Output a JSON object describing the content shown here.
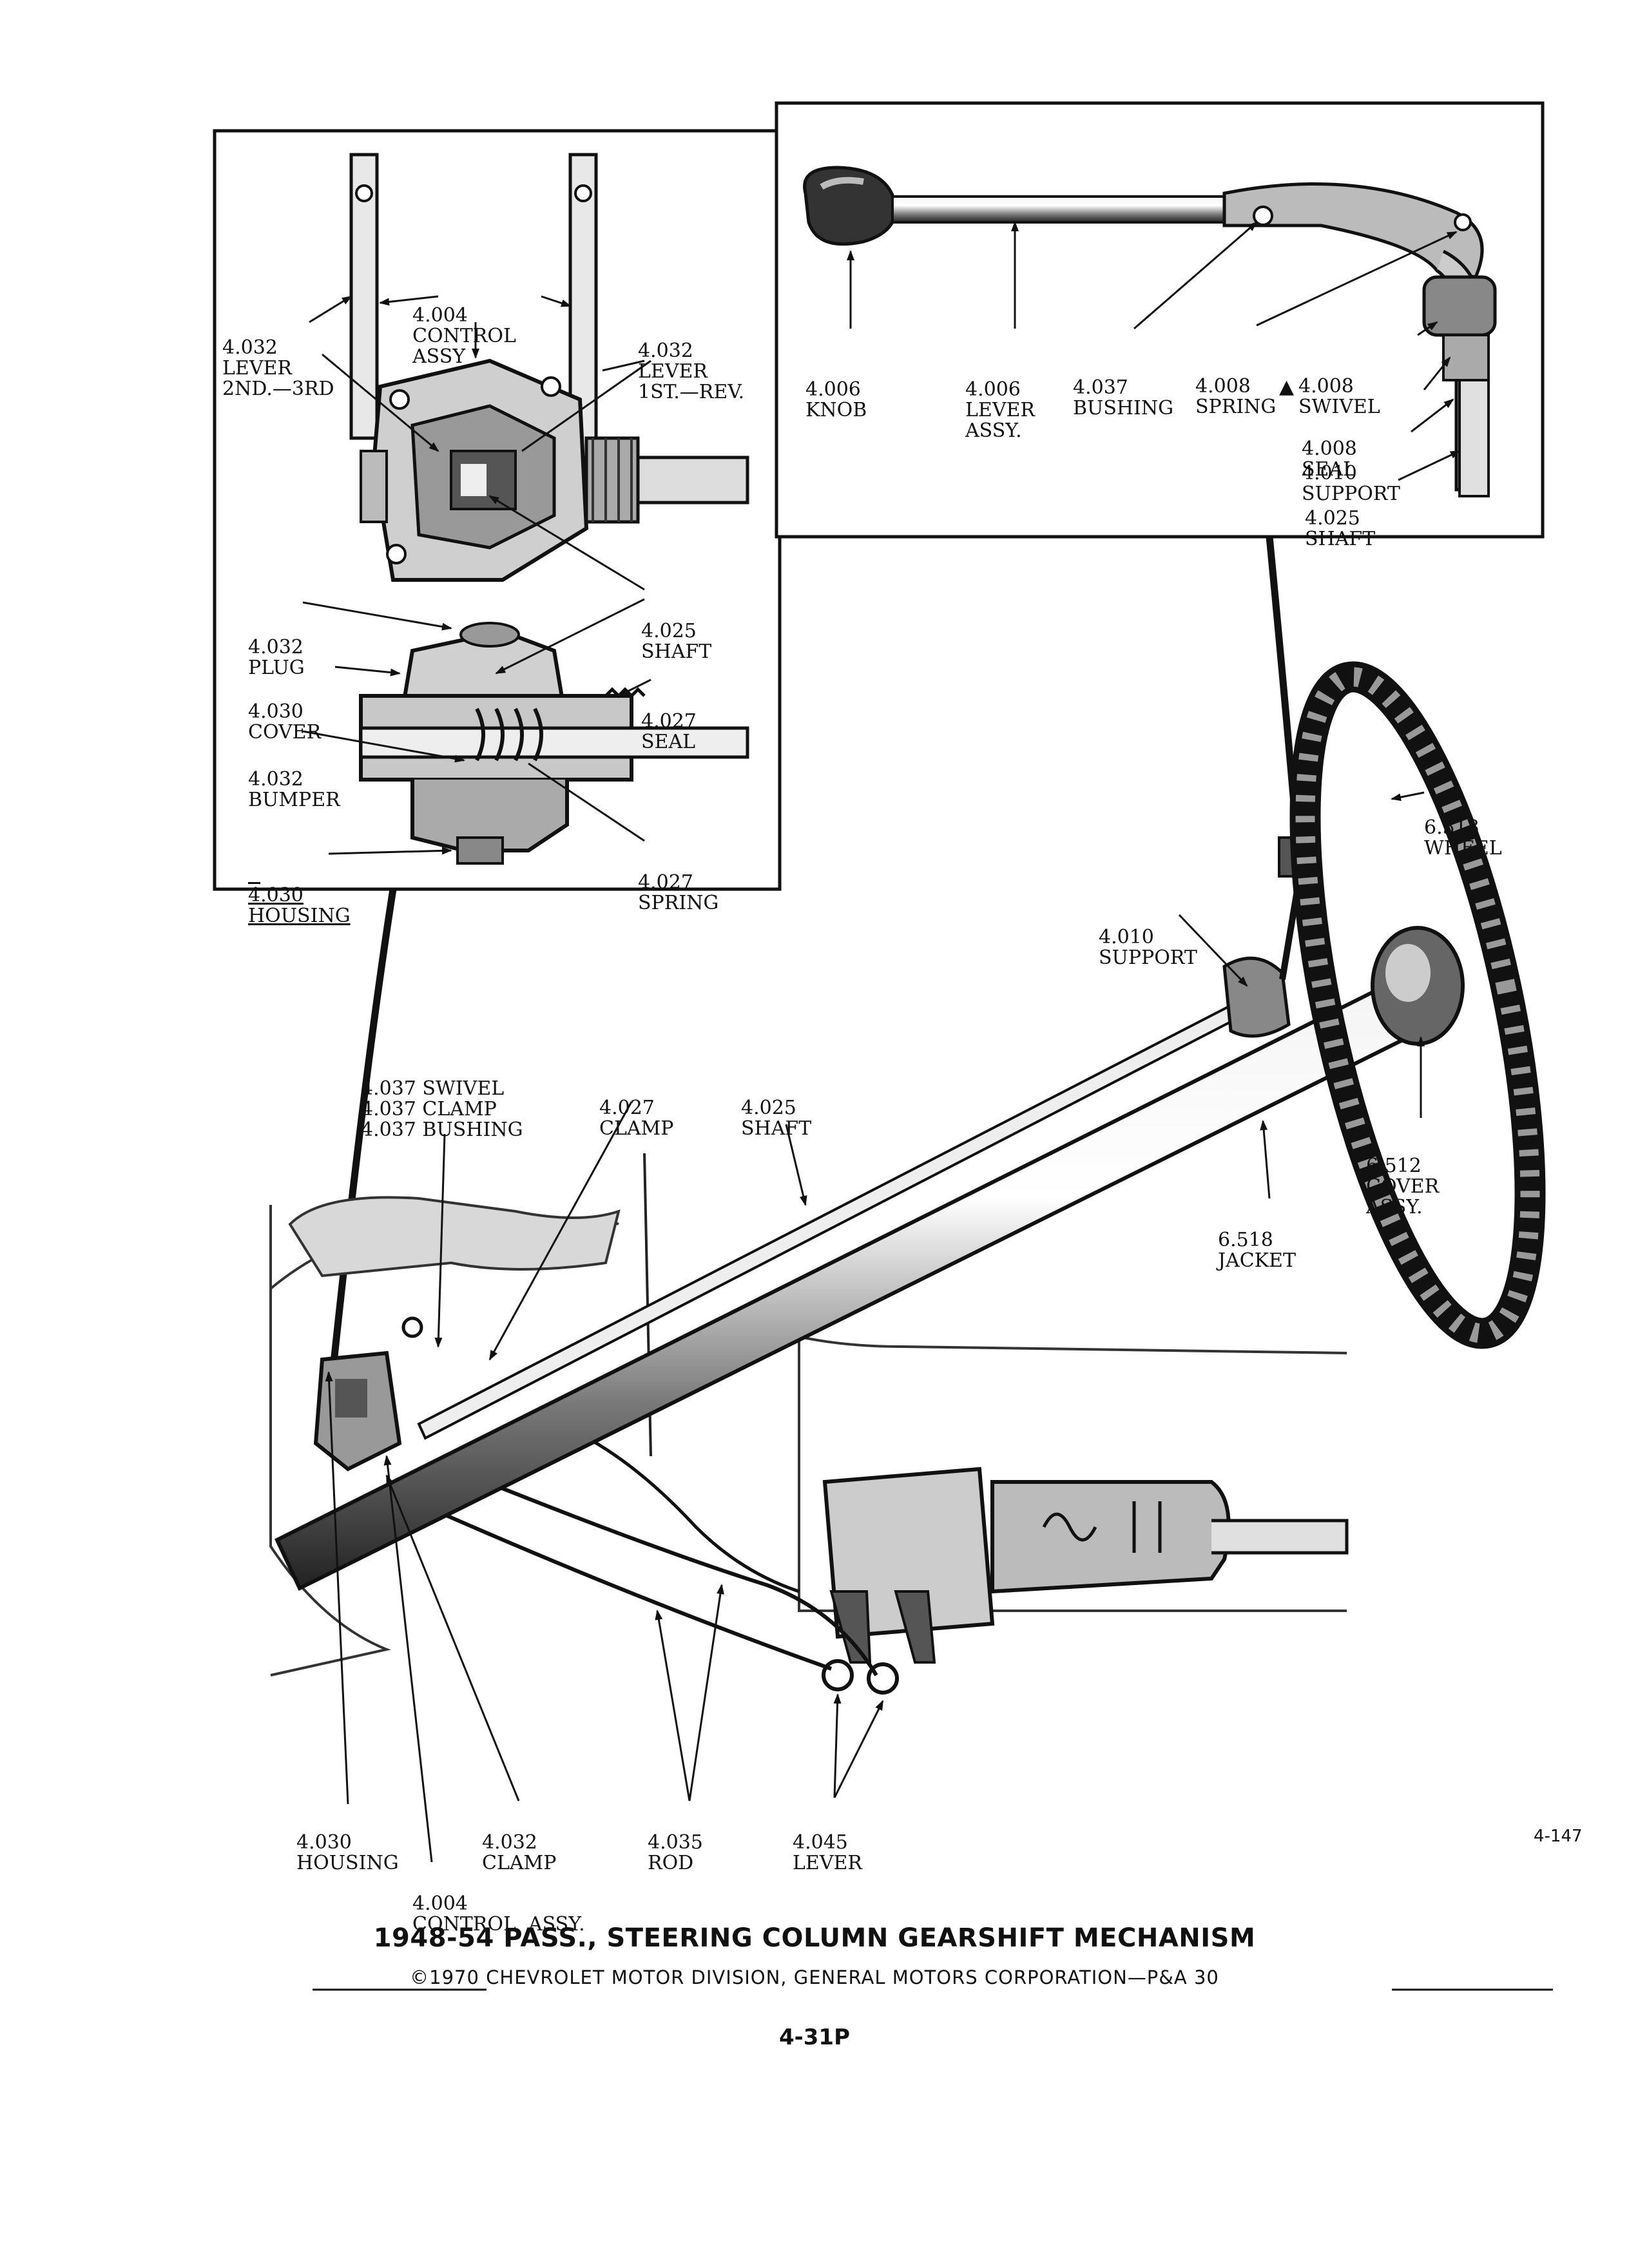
{
  "title": "1948-54 PASS., STEERING COLUMN GEARSHIFT MECHANISM",
  "copyright": "©1970 CHEVROLET MOTOR DIVISION, GENERAL MOTORS CORPORATION—P&A 30",
  "page_number": "4-31P",
  "figure_number": "4-147",
  "labels": {
    "l1": {
      "code": "4.032",
      "name": "LEVER",
      "extra": "2ND.—3RD"
    },
    "l2": {
      "code": "4.004",
      "name": "CONTROL",
      "extra": "ASSY"
    },
    "l3": {
      "code": "4.032",
      "name": "LEVER",
      "extra": "1ST.—REV."
    },
    "l4": {
      "code": "4.025",
      "name": "SHAFT"
    },
    "l5": {
      "code": "4.032",
      "name": "PLUG"
    },
    "l6": {
      "code": "4.030",
      "name": "COVER"
    },
    "l7": {
      "code": "4.027",
      "name": "SEAL"
    },
    "l8": {
      "code": "4.032",
      "name": "BUMPER"
    },
    "l9": {
      "code": "4.030",
      "name": "HOUSING"
    },
    "l10": {
      "code": "4.027",
      "name": "SPRING"
    },
    "l11": {
      "code": "4.006",
      "name": "KNOB"
    },
    "l12": {
      "code": "4.006",
      "name": "LEVER",
      "extra": "ASSY."
    },
    "l13": {
      "code": "4.037",
      "name": "BUSHING"
    },
    "l14": {
      "code": "4.008",
      "name": "SPRING"
    },
    "l15": {
      "code": "4.008",
      "name": "SWIVEL"
    },
    "l16": {
      "code": "4.008",
      "name": "SEAL"
    },
    "l17": {
      "code": "4.010",
      "name": "SUPPORT"
    },
    "l18": {
      "code": "4.025",
      "name": "SHAFT"
    },
    "l19": {
      "code": "6.513",
      "name": "WHEEL"
    },
    "l20": {
      "code": "4.010",
      "name": "SUPPORT"
    },
    "l21": {
      "line1": "4.037 SWIVEL",
      "line2": "4.037 CLAMP",
      "line3": "4.037 BUSHING"
    },
    "l22": {
      "code": "4.027",
      "name": "CLAMP"
    },
    "l23": {
      "code": "4.025",
      "name": "SHAFT"
    },
    "l24": {
      "code": "6.512",
      "name": "COVER",
      "extra": "ASSY."
    },
    "l25": {
      "code": "6.518",
      "name": "JACKET"
    },
    "l26": {
      "code": "4.030",
      "name": "HOUSING"
    },
    "l27": {
      "code": "4.032",
      "name": "CLAMP"
    },
    "l28": {
      "code": "4.035",
      "name": "ROD"
    },
    "l29": {
      "code": "4.045",
      "name": "LEVER"
    },
    "l30": {
      "code": "4.004",
      "name": "CONTROL  ASSY."
    }
  },
  "marker_symbol": "▲"
}
